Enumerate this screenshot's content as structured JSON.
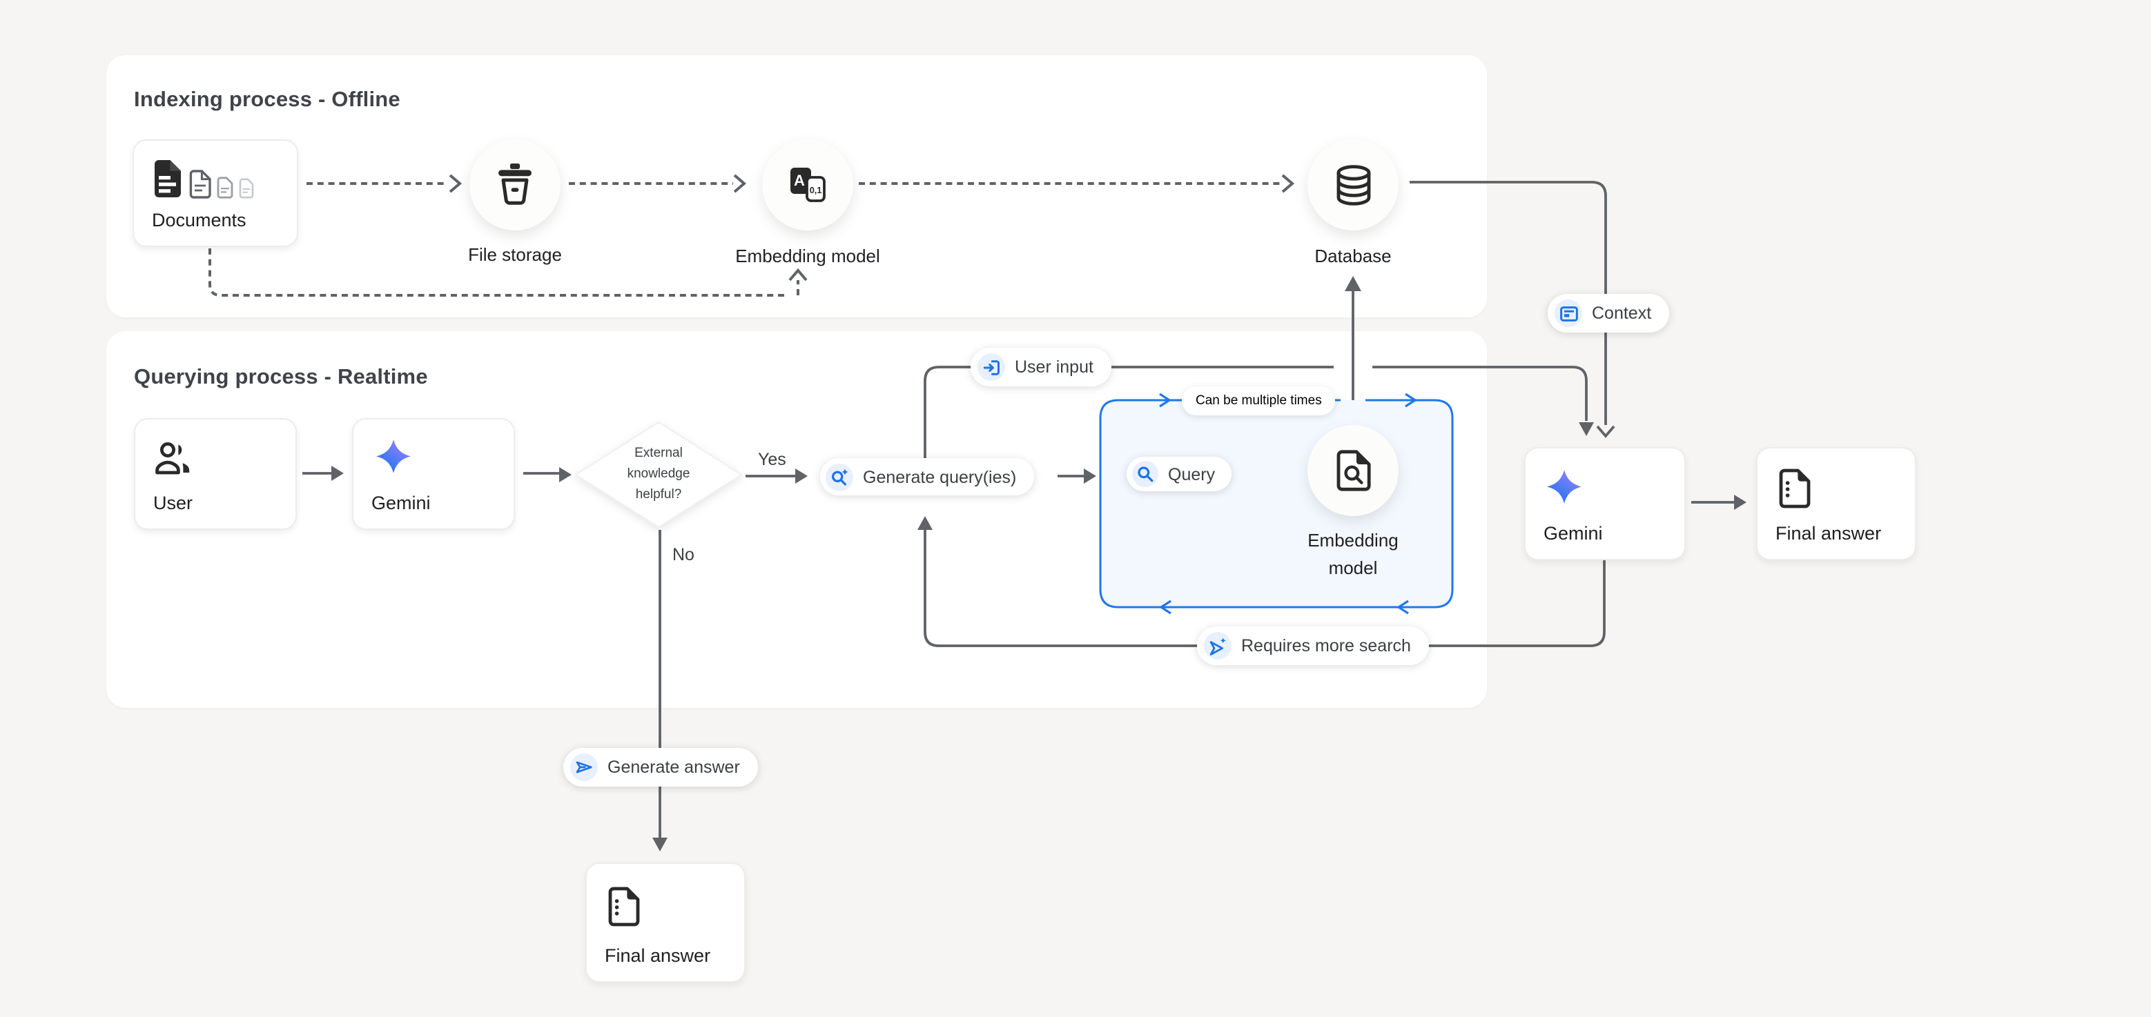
{
  "panels": {
    "indexing": {
      "title": "Indexing process - Offline"
    },
    "querying": {
      "title": "Querying process - Realtime"
    }
  },
  "nodes": {
    "documents": {
      "label": "Documents"
    },
    "file_storage": {
      "label": "File storage"
    },
    "embedding_model_offline": {
      "label": "Embedding model"
    },
    "database": {
      "label": "Database"
    },
    "user": {
      "label": "User"
    },
    "gemini_query": {
      "label": "Gemini"
    },
    "decision": {
      "label": "External\nknowledge\nhelpful?"
    },
    "embedding_model_query": {
      "label": "Embedding\nmodel"
    },
    "gemini_answer": {
      "label": "Gemini"
    },
    "final_answer_right": {
      "label": "Final answer"
    },
    "final_answer_bottom": {
      "label": "Final answer"
    }
  },
  "pills": {
    "generate_queries": {
      "label": "Generate query(ies)",
      "icon": "search-spark-icon"
    },
    "query": {
      "label": "Query",
      "icon": "search-icon"
    },
    "user_input": {
      "label": "User input",
      "icon": "input-icon"
    },
    "context": {
      "label": "Context",
      "icon": "article-icon"
    },
    "can_be_multiple_times": {
      "label": "Can be multiple times"
    },
    "requires_more_search": {
      "label": "Requires more search",
      "icon": "route-spark-icon"
    },
    "generate_answer": {
      "label": "Generate answer",
      "icon": "send-icon"
    }
  },
  "edges": {
    "yes_label": "Yes",
    "no_label": "No"
  },
  "icon_text": {
    "embedding_a": "A",
    "embedding_01": "0,1"
  },
  "colors": {
    "accent_blue": "#1a73e8",
    "icon_bubble_bg": "#e8f0fe",
    "line_gray": "#5f6368",
    "loop_box_border": "#1f78eb",
    "loop_box_fill": "#f3f8fe",
    "canvas_bg": "#f6f5f3",
    "panel_bg": "#ffffff",
    "gemini_gradient_start": "#1f6ff2",
    "gemini_gradient_end": "#a07df8"
  }
}
